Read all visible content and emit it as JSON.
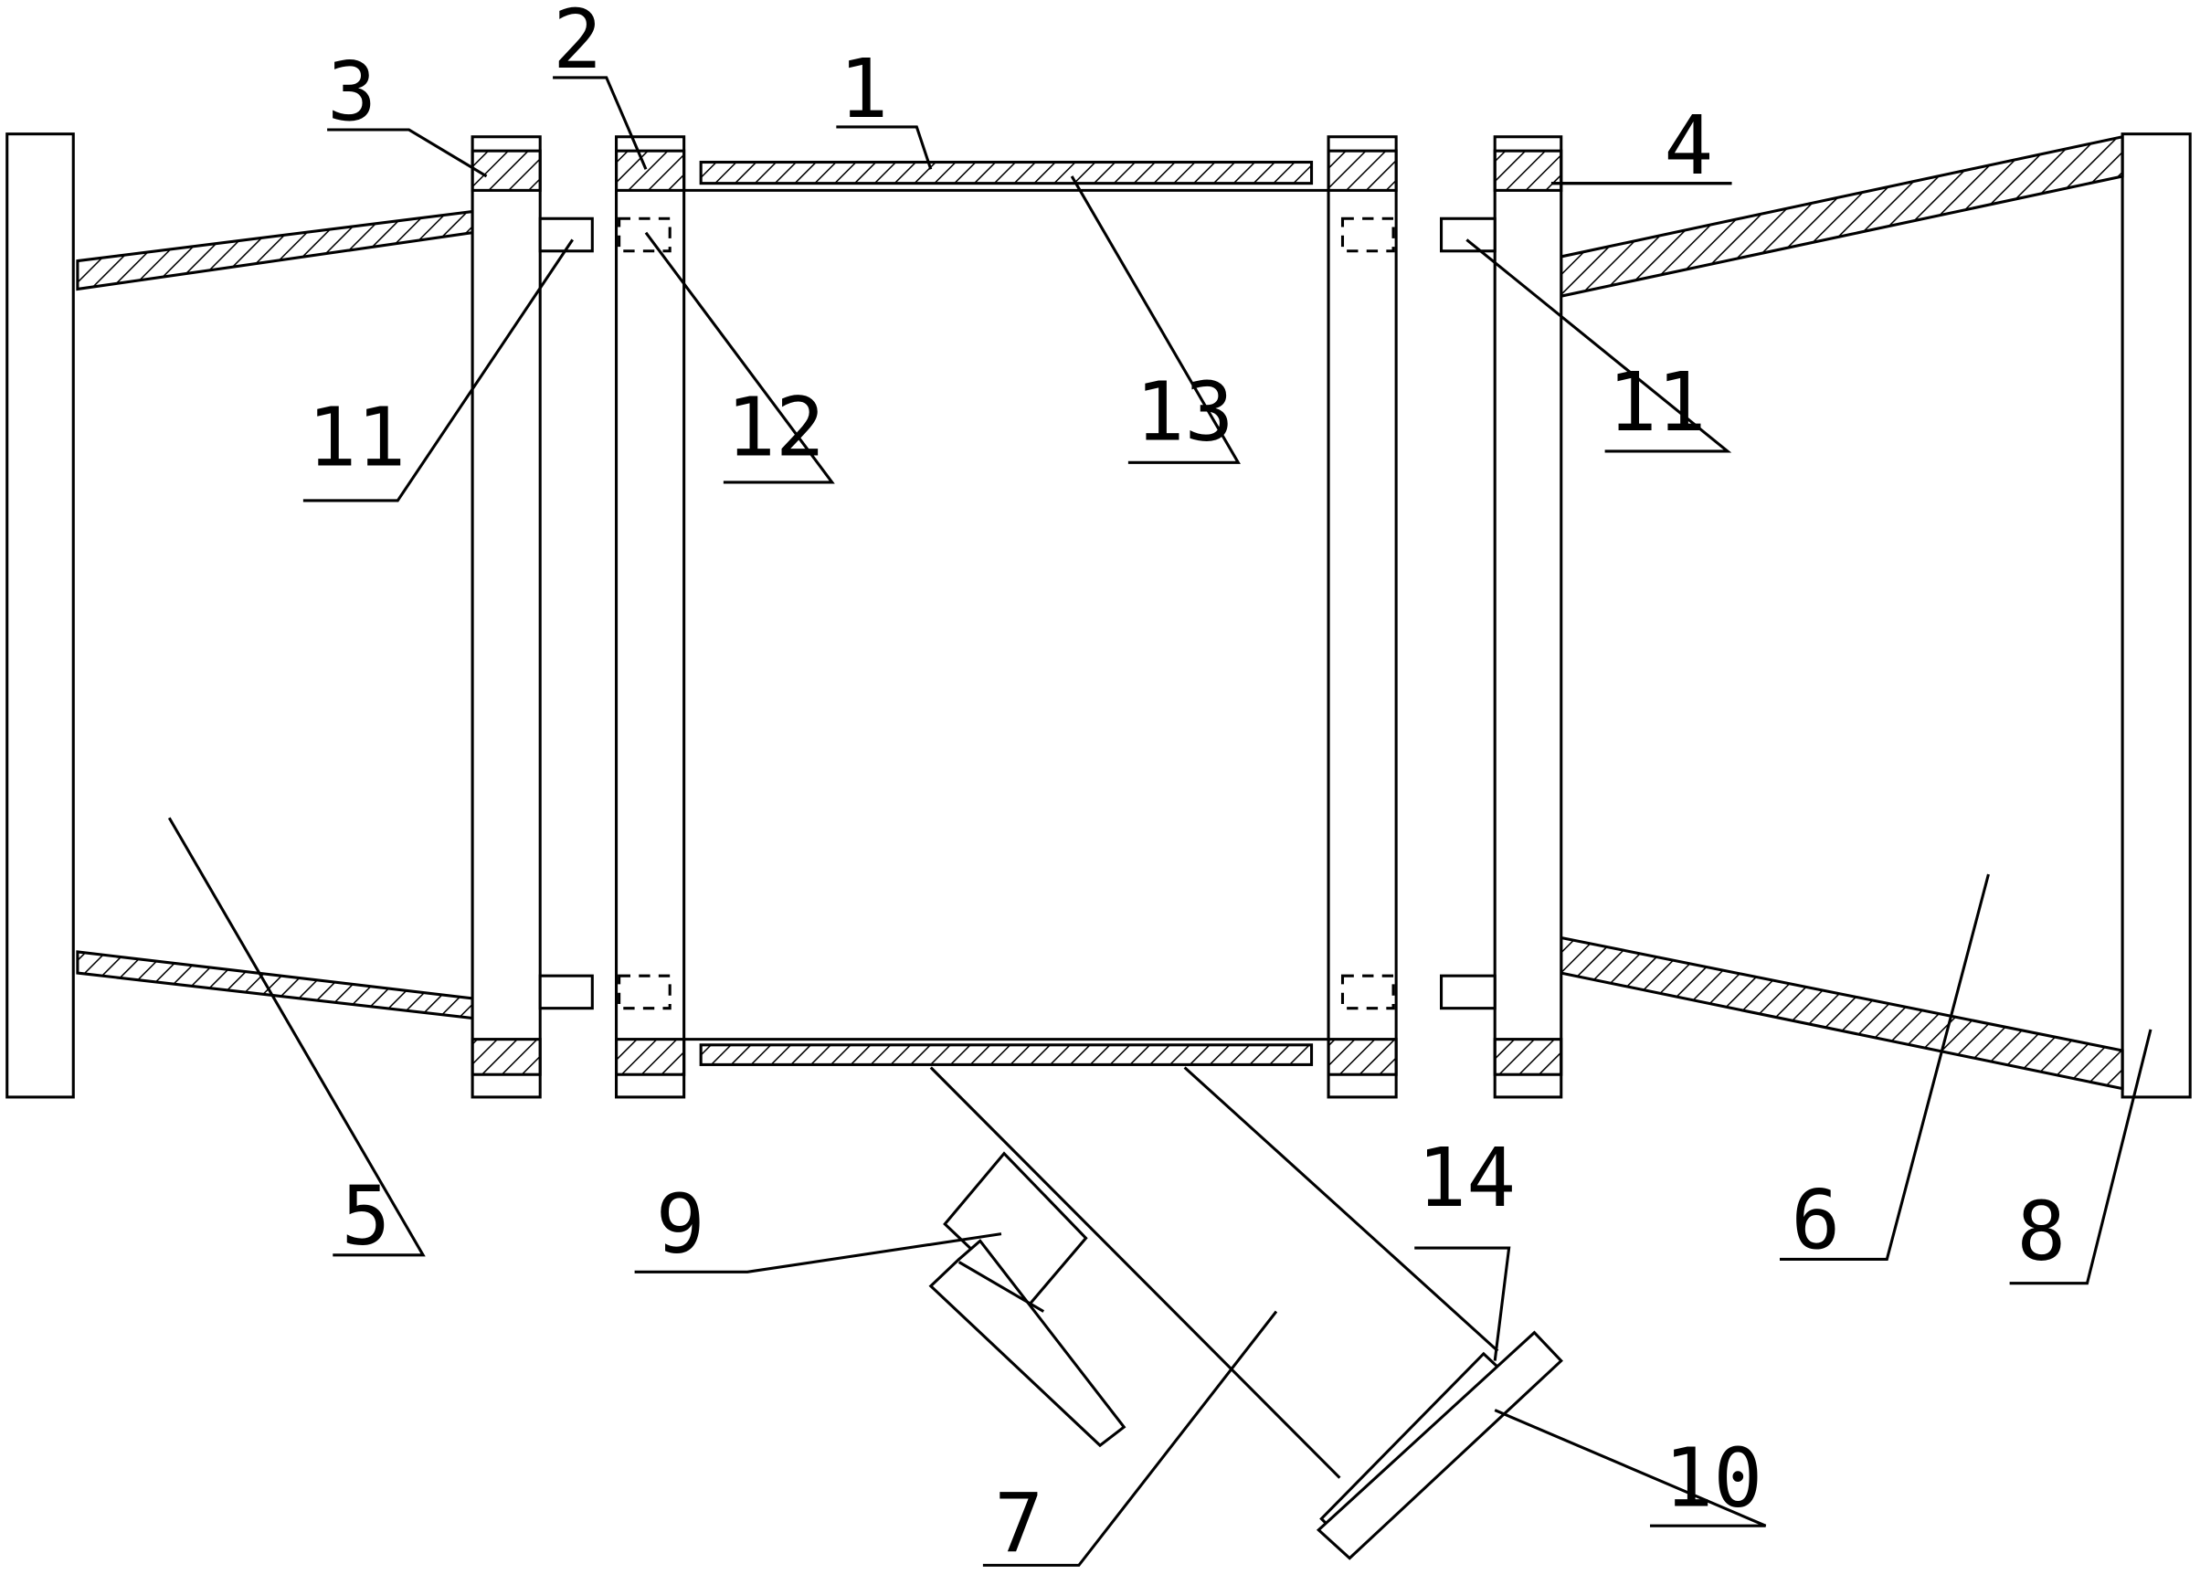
{
  "labels": {
    "l1": "1",
    "l2": "2",
    "l3": "3",
    "l4": "4",
    "l5": "5",
    "l6": "6",
    "l7": "7",
    "l8": "8",
    "l9": "9",
    "l10": "10",
    "l11a": "11",
    "l11b": "11",
    "l12": "12",
    "l13": "13",
    "l14": "14"
  }
}
